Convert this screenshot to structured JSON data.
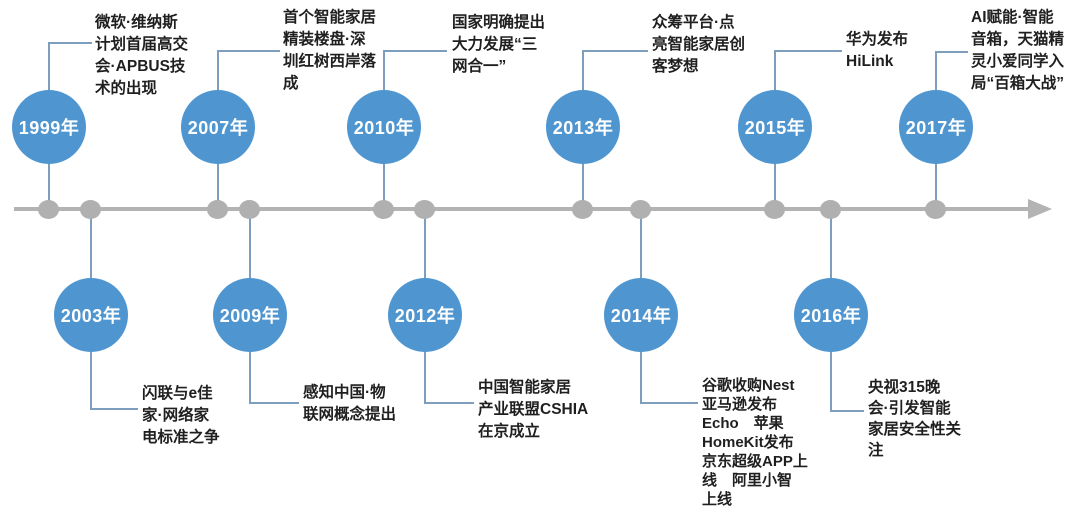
{
  "timeline": {
    "theme": {
      "node_color": "#4f96d1",
      "axis_color": "#b3b3b3",
      "dot_color": "#b0b0b0",
      "connector_color": "#7d9fbd",
      "year_text_color": "#ffffff",
      "description_text_color": "#1f1f1f"
    },
    "events": [
      {
        "year": "1999年",
        "position": "top",
        "description": [
          "微软·维纳斯",
          "计划首届高交",
          "会·APBUS技",
          "术的出现"
        ]
      },
      {
        "year": "2003年",
        "position": "bottom",
        "description": [
          "闪联与e佳",
          "家·网络家",
          "电标准之争"
        ]
      },
      {
        "year": "2007年",
        "position": "top",
        "description": [
          "首个智能家居",
          "精装楼盘·深",
          "圳红树西岸落",
          "成"
        ]
      },
      {
        "year": "2009年",
        "position": "bottom",
        "description": [
          "感知中国·物",
          "联网概念提出"
        ]
      },
      {
        "year": "2010年",
        "position": "top",
        "description": [
          "国家明确提出",
          "大力发展“三",
          "网合一”"
        ]
      },
      {
        "year": "2012年",
        "position": "bottom",
        "description": [
          "中国智能家居",
          "产业联盟CSHIA",
          "在京成立"
        ]
      },
      {
        "year": "2013年",
        "position": "top",
        "description": [
          "众筹平台·点",
          "亮智能家居创",
          "客梦想"
        ]
      },
      {
        "year": "2014年",
        "position": "bottom",
        "description": [
          "谷歌收购Nest",
          "亚马逊发布",
          "Echo　苹果",
          "HomeKit发布",
          "京东超级APP上",
          "线　阿里小智",
          "上线"
        ]
      },
      {
        "year": "2015年",
        "position": "top",
        "description": [
          "华为发布",
          "HiLink"
        ]
      },
      {
        "year": "2016年",
        "position": "bottom",
        "description": [
          "央视315晚",
          "会·引发智能",
          "家居安全性关",
          "注"
        ]
      },
      {
        "year": "2017年",
        "position": "top",
        "description": [
          "AI赋能·智能",
          "音箱，天猫精",
          "灵小爱同学入",
          "局“百箱大战”"
        ]
      }
    ]
  }
}
